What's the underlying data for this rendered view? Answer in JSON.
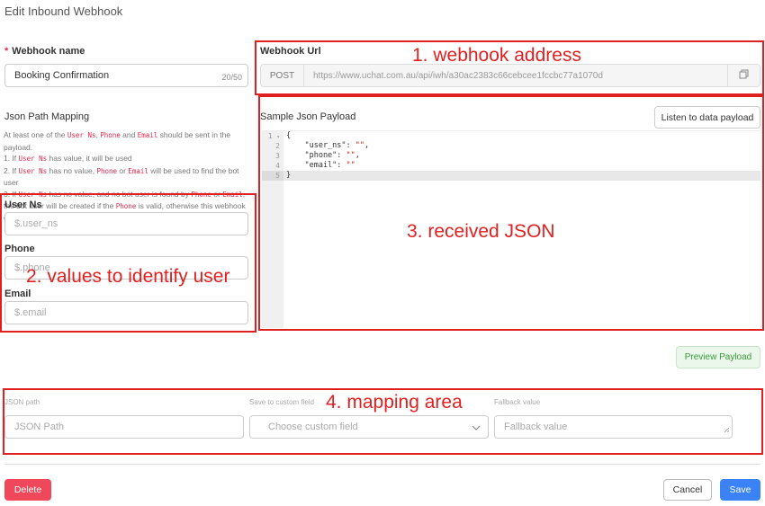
{
  "page": {
    "title": "Edit Inbound Webhook"
  },
  "webhook_name": {
    "label": "Webhook name",
    "value": "Booking Confirmation",
    "counter": "20/50"
  },
  "webhook_url": {
    "label": "Webhook Url",
    "method": "POST",
    "url": "https://www.uchat.com.au/api/iwh/a30ac2383c66cebcee1fccbc77a1070d"
  },
  "json_path_mapping": {
    "title": "Json Path Mapping",
    "help": {
      "intro_a": "At least one of the ",
      "user_ns": "User Ns",
      "phone": "Phone",
      "email": "Email",
      "comma": ", ",
      "and": " and ",
      "intro_b": " should be sent in the payload.",
      "line1_a": "1. If ",
      "line1_b": " has value, it will be used",
      "line2_a": "2. If ",
      "line2_b": " has no value, ",
      "or": " or ",
      "line2_c": " will be used to find the bot user",
      "line3_a": "3. If ",
      "line3_b": " has no value, and no bot user is found by ",
      "line3_c": ", the bot user will be created if the ",
      "line3_d": " is valid, otherwise this webhook will not be processed."
    },
    "fields": {
      "user_ns": {
        "label": "User Ns",
        "placeholder": "$.user_ns"
      },
      "phone": {
        "label": "Phone",
        "placeholder": "$.phone"
      },
      "email": {
        "label": "Email",
        "placeholder": "$.email"
      }
    }
  },
  "sample_payload": {
    "title": "Sample Json Payload",
    "listen_button": "Listen to data payload",
    "line_numbers": [
      "1",
      "2",
      "3",
      "4",
      "5"
    ],
    "lines": [
      {
        "text": "{"
      },
      {
        "key": "    \"user_ns\": ",
        "val": "\"\"",
        "tail": ","
      },
      {
        "key": "    \"phone\": ",
        "val": "\"\"",
        "tail": ","
      },
      {
        "key": "    \"email\": ",
        "val": "\"\"",
        "tail": ""
      },
      {
        "text": "}"
      }
    ]
  },
  "preview_button": "Preview Payload",
  "mapping": {
    "col_json_path": "JSON path",
    "col_custom_field": "Save to custom field",
    "col_fallback": "Fallback value",
    "json_path_placeholder": "JSON Path",
    "custom_field_placeholder": "Choose custom field",
    "fallback_placeholder": "Fallback value"
  },
  "footer": {
    "delete": "Delete",
    "cancel": "Cancel",
    "save": "Save"
  },
  "annotations": {
    "a1": "1. webhook address",
    "a2": "2. values to identify user",
    "a3": "3. received JSON",
    "a4": "4. mapping area"
  },
  "colors": {
    "annotation": "#e02020",
    "danger": "#f0485b",
    "primary": "#3b82f6",
    "success_bg": "#eaf7ea",
    "success_text": "#3a9a3a"
  },
  "icons": {
    "copy": "copy-icon",
    "fold": "fold-arrow-icon",
    "chevron": "chevron-down-icon",
    "resize": "resize-grip-icon"
  }
}
